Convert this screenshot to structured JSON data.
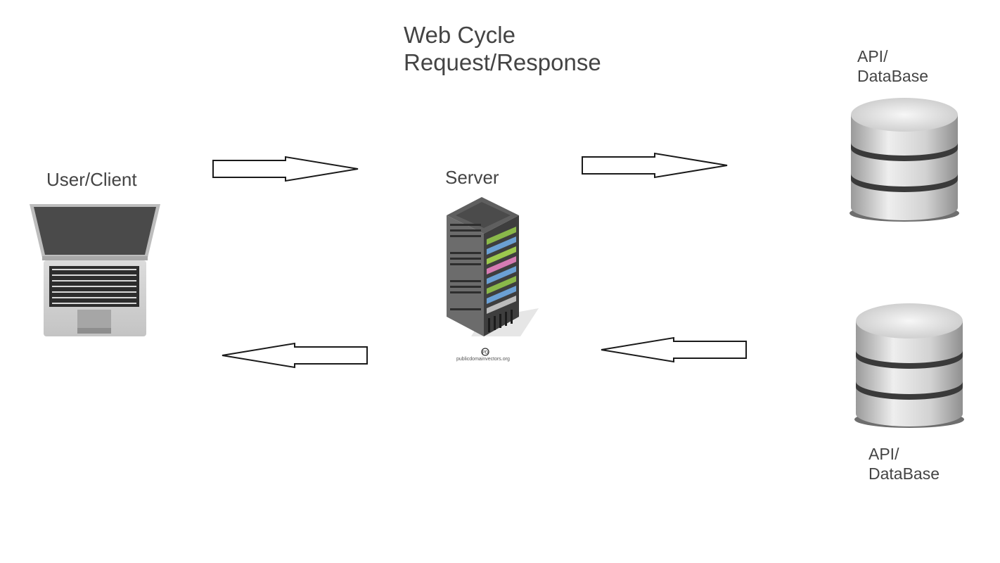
{
  "title": {
    "line1": "Web Cycle",
    "line2": "Request/Response"
  },
  "nodes": {
    "client": {
      "label": "User/Client",
      "icon": "laptop-icon"
    },
    "server": {
      "label": "Server",
      "icon": "server-rack-icon",
      "credit": "publicdomainvectors.org"
    },
    "database_top": {
      "label_line1": "API/",
      "label_line2": "DataBase",
      "icon": "database-icon"
    },
    "database_bottom": {
      "label_line1": "API/",
      "label_line2": "DataBase",
      "icon": "database-icon"
    }
  },
  "arrows": [
    {
      "from": "client",
      "to": "server",
      "direction": "right"
    },
    {
      "from": "server",
      "to": "database",
      "direction": "right"
    },
    {
      "from": "database",
      "to": "server",
      "direction": "left"
    },
    {
      "from": "server",
      "to": "client",
      "direction": "left"
    }
  ],
  "colors": {
    "text": "#444444",
    "arrow_stroke": "#1a1a1a",
    "arrow_fill": "#ffffff"
  }
}
